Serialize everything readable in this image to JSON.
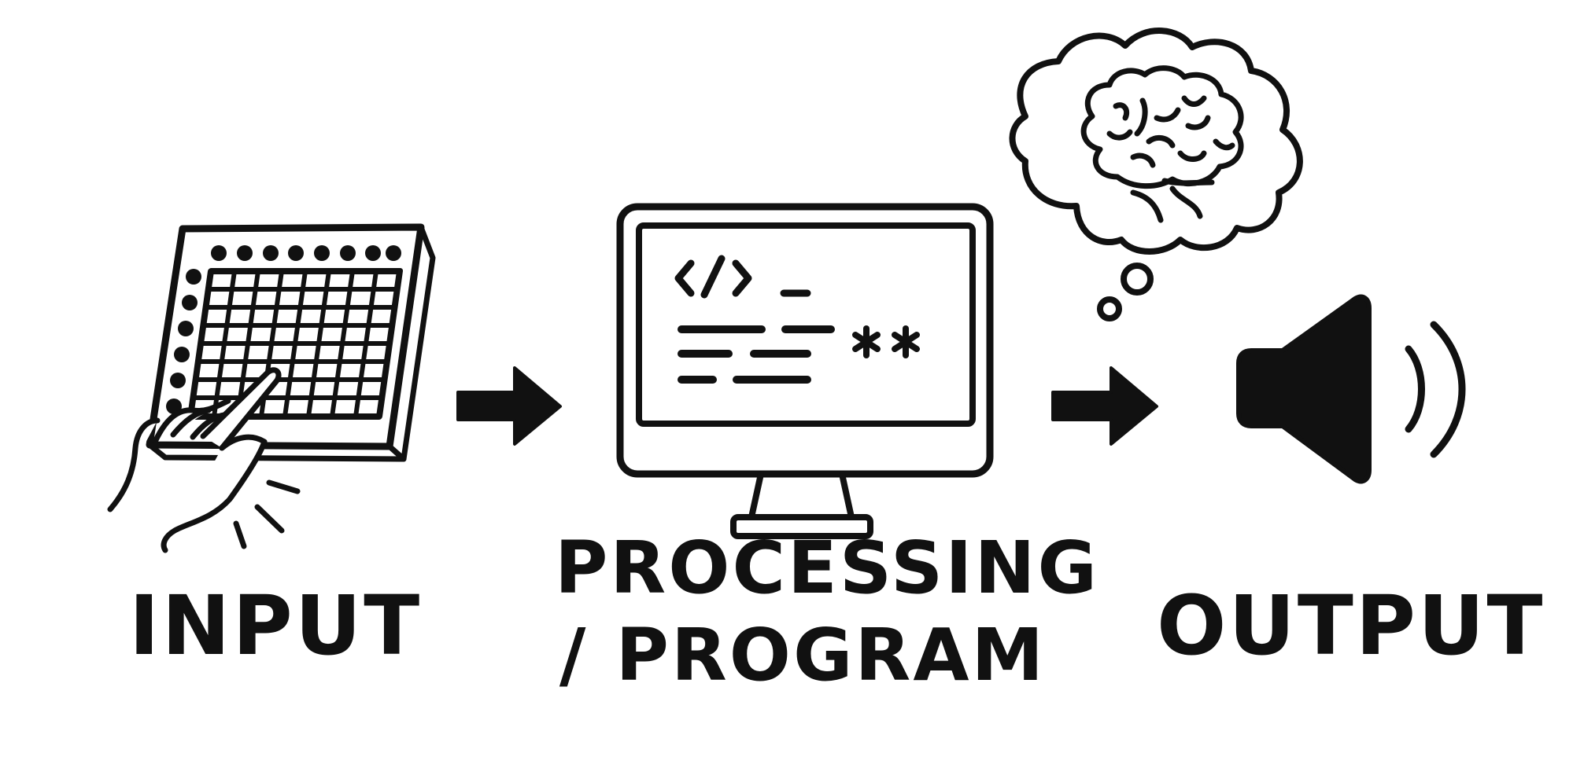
{
  "labels": {
    "input": "INPUT",
    "processing_line1": "PROCESSING",
    "processing_line2": "/ PROGRAM",
    "output": "OUTPUT"
  },
  "screen_code": {
    "tag": "</>",
    "cursor": "_",
    "symbols": "**"
  },
  "colors": {
    "stroke": "#111111",
    "fill": "#111111",
    "background": "#ffffff"
  },
  "icons": [
    "grid-keyboard-icon",
    "hand-icon",
    "arrow-right-icon",
    "computer-monitor-icon",
    "thought-bubble-icon",
    "brain-icon",
    "speaker-icon",
    "sound-waves-icon"
  ]
}
